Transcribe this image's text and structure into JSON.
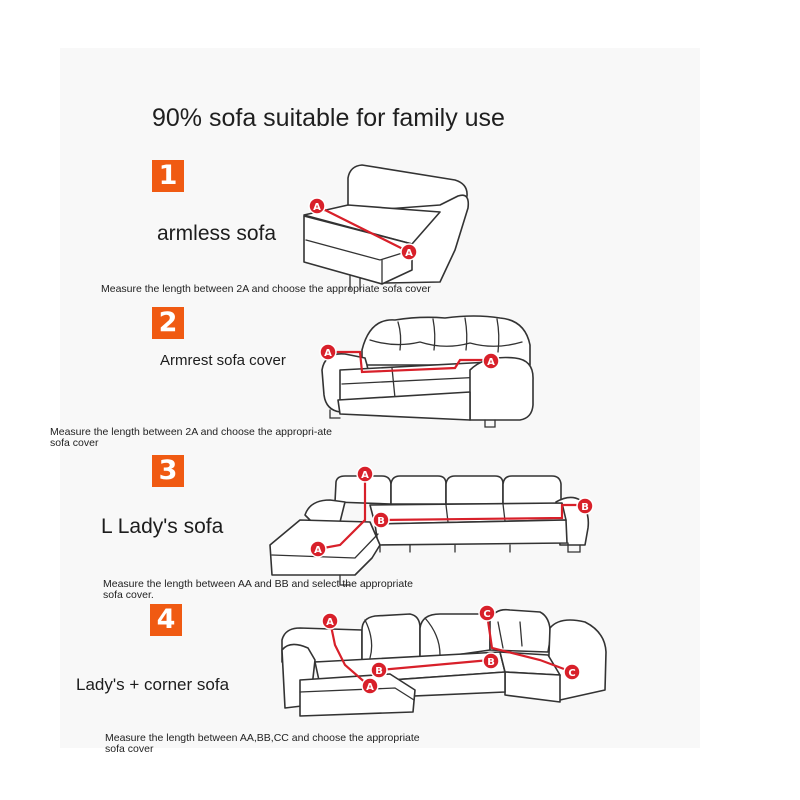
{
  "title": "90% sofa suitable for family use",
  "colors": {
    "badge": "#f05a12",
    "marker": "#d8202a",
    "outline": "#333333"
  },
  "items": [
    {
      "num": "1",
      "label": "armless sofa",
      "note": "Measure the length between 2A and choose the appropriate sofa cover",
      "markers": [
        "A",
        "A"
      ]
    },
    {
      "num": "2",
      "label": "Armrest sofa cover",
      "note": "Measure the length between 2A and choose the appropri-ate sofa cover",
      "markers": [
        "A",
        "A"
      ]
    },
    {
      "num": "3",
      "label": "L Lady's sofa",
      "note": "Measure the length between AA and BB and select the appropriate sofa cover.",
      "markers": [
        "A",
        "A",
        "B",
        "B"
      ]
    },
    {
      "num": "4",
      "label": "Lady's + corner sofa",
      "note": "Measure the length between AA,BB,CC and choose the appropriate sofa cover",
      "markers": [
        "A",
        "A",
        "B",
        "B",
        "C",
        "C"
      ]
    }
  ]
}
